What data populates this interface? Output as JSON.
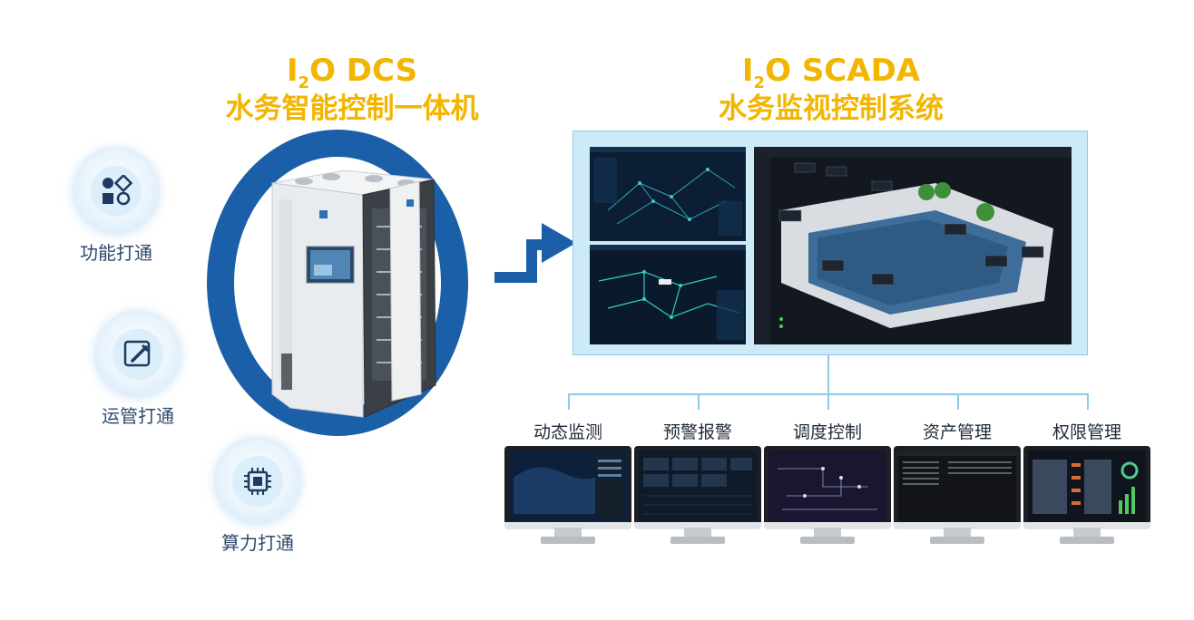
{
  "dcs": {
    "title_prefix": "I",
    "title_sub": "2",
    "title_suffix": "O DCS",
    "subtitle": "水务智能控制一体机"
  },
  "scada": {
    "title_prefix": "I",
    "title_sub": "2",
    "title_suffix": "O SCADA",
    "subtitle": "水务监视控制系统"
  },
  "features": [
    {
      "label": "功能打通",
      "icon": "shapes-icon"
    },
    {
      "label": "运管打通",
      "icon": "edit-icon"
    },
    {
      "label": "算力打通",
      "icon": "chip-icon"
    }
  ],
  "monitors": [
    {
      "label": "动态监测"
    },
    {
      "label": "预警报警"
    },
    {
      "label": "调度控制"
    },
    {
      "label": "资产管理"
    },
    {
      "label": "权限管理"
    }
  ],
  "colors": {
    "title": "#f2b500",
    "ring": "#1a5fa8",
    "frame": "#cdeaf7",
    "connector": "#8fc9e8"
  }
}
